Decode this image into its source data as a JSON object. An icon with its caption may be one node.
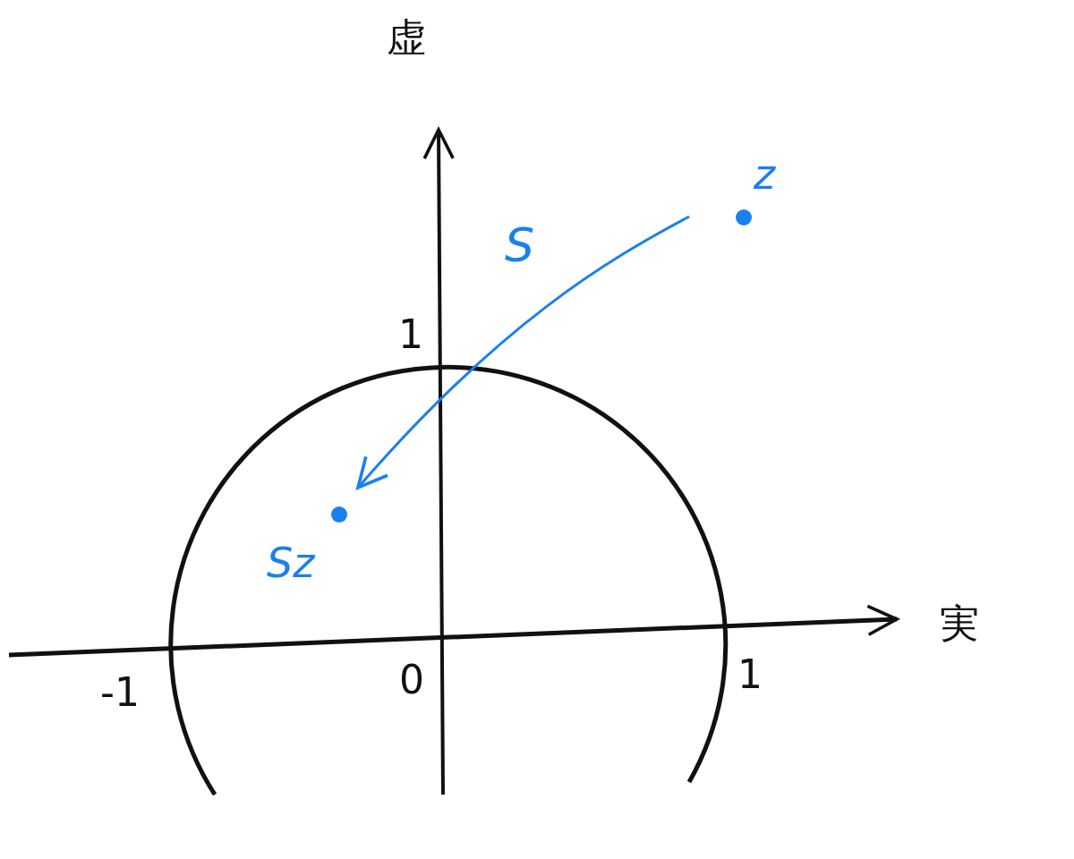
{
  "diagram": {
    "nodes": [
      {
        "text": [
          "z"
        ]
      },
      {
        "text": [
          "Sz"
        ]
      }
    ],
    "edges": [
      {
        "from": 0,
        "to": 1,
        "arrow": "to",
        "label": "S",
        "color": "#1a7ff0"
      }
    ],
    "labels": [
      "虚",
      "1",
      "実",
      "-1",
      "0",
      "1"
    ]
  }
}
